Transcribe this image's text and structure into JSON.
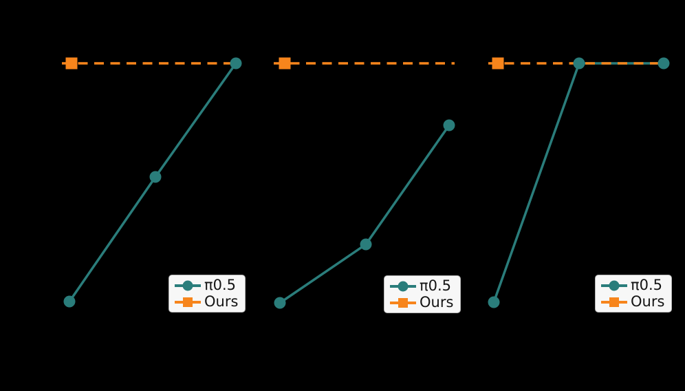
{
  "figure": {
    "background": "#000000",
    "note": "Figure exported with no visible axes, ticks, titles or axis labels (black-on-black); only plot lines, markers and legends are visible."
  },
  "colors": {
    "pi05": "#2a7d7b",
    "ours": "#f7851c",
    "legend_bg": "#ffffff",
    "legend_border": "#b5b5b5",
    "legend_text": "#141414"
  },
  "legend": {
    "items": [
      {
        "label": "π0.5",
        "marker": "circle-on-line",
        "color": "#2a7d7b"
      },
      {
        "label": "Ours",
        "marker": "square-on-line",
        "color": "#f7851c"
      }
    ]
  },
  "chart_data": [
    {
      "type": "line",
      "subplot": 1,
      "x": [
        0,
        1,
        2
      ],
      "series": [
        {
          "name": "π0.5",
          "values_est": [
            0.08,
            0.56,
            1.0
          ],
          "style": "solid",
          "marker": "circle",
          "color": "#2a7d7b"
        },
        {
          "name": "Ours",
          "values_est": [
            1.0,
            1.0,
            1.0
          ],
          "style": "dashed",
          "marker": "square",
          "color": "#f7851c"
        }
      ],
      "title": "",
      "xlabel": "",
      "ylabel": "",
      "ylim_est": [
        0,
        1
      ],
      "note": "Axis labels not visible; values estimated from pixel positions assuming dashed Ours line = 1.0.",
      "px": {
        "pi05": [
          [
            101,
            438
          ],
          [
            226,
            257
          ],
          [
            343,
            92
          ]
        ],
        "ours": {
          "y": 92,
          "x_start": 90,
          "x_end": 343,
          "marker_x": 104
        }
      }
    },
    {
      "type": "line",
      "subplot": 2,
      "x": [
        0,
        1,
        2
      ],
      "series": [
        {
          "name": "π0.5",
          "values_est": [
            0.08,
            0.3,
            0.76
          ],
          "style": "solid",
          "marker": "circle",
          "color": "#2a7d7b"
        },
        {
          "name": "Ours",
          "values_est": [
            1.0,
            1.0,
            1.0
          ],
          "style": "dashed",
          "marker": "square",
          "color": "#f7851c"
        }
      ],
      "title": "",
      "xlabel": "",
      "ylabel": "",
      "ylim_est": [
        0,
        1
      ],
      "note": "Axis labels not visible; values estimated from pixel positions assuming dashed Ours line = 1.0.",
      "px": {
        "pi05": [
          [
            407,
            440
          ],
          [
            532,
            355
          ],
          [
            653,
            182
          ]
        ],
        "ours": {
          "y": 92,
          "x_start": 398,
          "x_end": 661,
          "marker_x": 414
        }
      }
    },
    {
      "type": "line",
      "subplot": 3,
      "x": [
        0,
        1,
        2
      ],
      "series": [
        {
          "name": "π0.5",
          "values_est": [
            0.08,
            1.0,
            1.0
          ],
          "style": "solid",
          "marker": "circle",
          "color": "#2a7d7b"
        },
        {
          "name": "Ours",
          "values_est": [
            1.0,
            1.0,
            1.0
          ],
          "style": "dashed",
          "marker": "square",
          "color": "#f7851c"
        }
      ],
      "title": "",
      "xlabel": "",
      "ylabel": "",
      "ylim_est": [
        0,
        1
      ],
      "note": "Axis labels not visible; values estimated from pixel positions assuming dashed Ours line = 1.0.",
      "px": {
        "pi05": [
          [
            718,
            439
          ],
          [
            842,
            92
          ],
          [
            965,
            92
          ]
        ],
        "ours": {
          "y": 92,
          "x_start": 710,
          "x_end": 965,
          "marker_x": 724
        }
      }
    }
  ],
  "line_style": {
    "stroke_width": 3.5,
    "dash_pattern": "14 9.5",
    "circle_marker_radius": 8.5,
    "square_marker_size": 17
  }
}
